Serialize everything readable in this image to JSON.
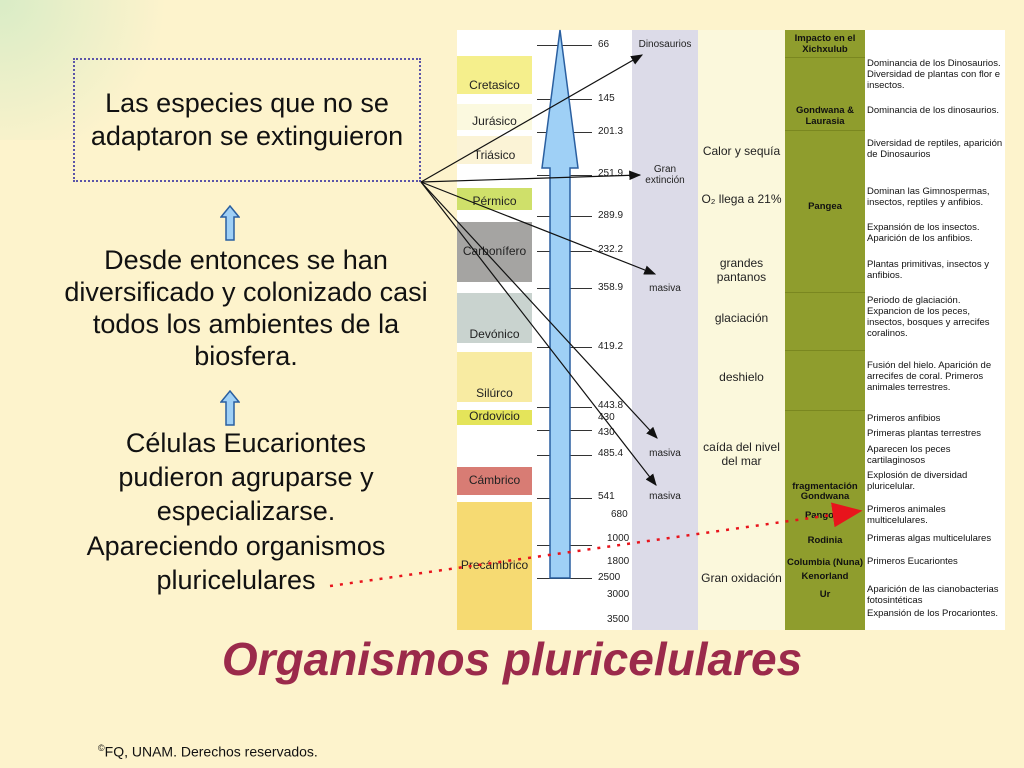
{
  "left": {
    "box_text": "Las especies que no se adaptaron se extinguieron",
    "para2": "Desde entonces se han diversificado y colonizado casi todos los ambientes de la biosfera.",
    "para3_line1": "Células Eucariontes",
    "para3_line2": "pudieron agruparse y",
    "para3_line3": "especializarse.",
    "para3_line4": "Apareciendo organismos",
    "para3_line5": "pluricelulares"
  },
  "eras": [
    {
      "name": "Cretasico",
      "color": "#f5ef8c"
    },
    {
      "name": "Jurásico",
      "color": "#fbf9df"
    },
    {
      "name": "Triásico",
      "color": "#fbf3d6"
    },
    {
      "name": "Pérmico",
      "color": "#cfe06a"
    },
    {
      "name": "Carbonífero",
      "color": "#a5a4a2"
    },
    {
      "name": "Devónico",
      "color": "#c9d3cf"
    },
    {
      "name": "Silúrco",
      "color": "#f8eba2"
    },
    {
      "name": "Ordovicio",
      "color": "#e4e45a"
    },
    {
      "name": "Cámbrico",
      "color": "#d87c74"
    },
    {
      "name": "Precámbrico",
      "color": "#f6da72"
    }
  ],
  "ages": [
    "66",
    "145",
    "201.3",
    "251.9",
    "289.9",
    "232.2",
    "358.9",
    "419.2",
    "443.8",
    "430",
    "430",
    "485.4",
    "541",
    "680",
    "1000",
    "1800",
    "2500",
    "3000",
    "3500"
  ],
  "extinctions": {
    "dinosaurios": "Dinosaurios",
    "gran_1": "Gran",
    "gran_2": "extinción",
    "masiva_1": "masiva",
    "masiva_2": "masiva",
    "masiva_3": "masiva"
  },
  "climate": {
    "calor": "Calor y sequía",
    "oxigeno": "O₂ llega a 21%",
    "pantanos_1": "grandes",
    "pantanos_2": "pantanos",
    "glaciacion": "glaciación",
    "deshielo": "deshielo",
    "caida_1": "caída del nivel",
    "caida_2": "del mar",
    "oxidacion": "Gran oxidación"
  },
  "continents": {
    "impacto_1": "Impacto en el",
    "impacto_2": "Xichxulub",
    "gondwana_laurasia_1": "Gondwana &",
    "gondwana_laurasia_2": "Laurasia",
    "pangea": "Pangea",
    "frag_1": "fragmentación",
    "frag_2": "Gondwana",
    "pangotia": "Pangotia",
    "rodinia": "Rodinia",
    "columbia": "Columbia (Nuna)",
    "kenorland": "Kenorland",
    "ur": "Ur"
  },
  "descriptions": {
    "d1": "Dominancia de los Dinosaurios. Diversidad de plantas con flor e insectos.",
    "d2": "Dominancia de los dinosaurios.",
    "d3": "Diversidad de reptiles, aparición de Dinosaurios",
    "d4": "Dominan las Gimnospermas, insectos, reptiles y anfibios.",
    "d5": "Expansión de los insectos. Aparición de los anfibios.",
    "d6": "Plantas primitivas, insectos y anfibios.",
    "d7": "Periodo de glaciación. Expancion de los peces, insectos, bosques y arrecifes coralinos.",
    "d8": "Fusión del hielo. Aparición de arrecifes de coral. Primeros animales terrestres.",
    "d9": "Primeros anfibios",
    "d10": "Primeras plantas terrestres",
    "d11": "Aparecen los peces cartilaginosos",
    "d12": "Explosión de diversidad pluricelular.",
    "d13": "Primeros animales multicelulares.",
    "d14": "Primeras algas multicelulares",
    "d15": "Primeros Eucariontes",
    "d16": "Aparición de las cianobacterias fotosintéticas",
    "d17": "Expansión de los Procariontes."
  },
  "title": "Organismos pluricelulares",
  "copyright": "FQ, UNAM. Derechos reservados.",
  "copyright_sup": "©",
  "colors": {
    "background": "#fdf3cc",
    "title": "#9b2a4b",
    "arrow_blue": "#9fd0f6",
    "olive": "#8f9d2d",
    "lavender": "#dcdbe8",
    "dotted_red": "#e8141c"
  }
}
